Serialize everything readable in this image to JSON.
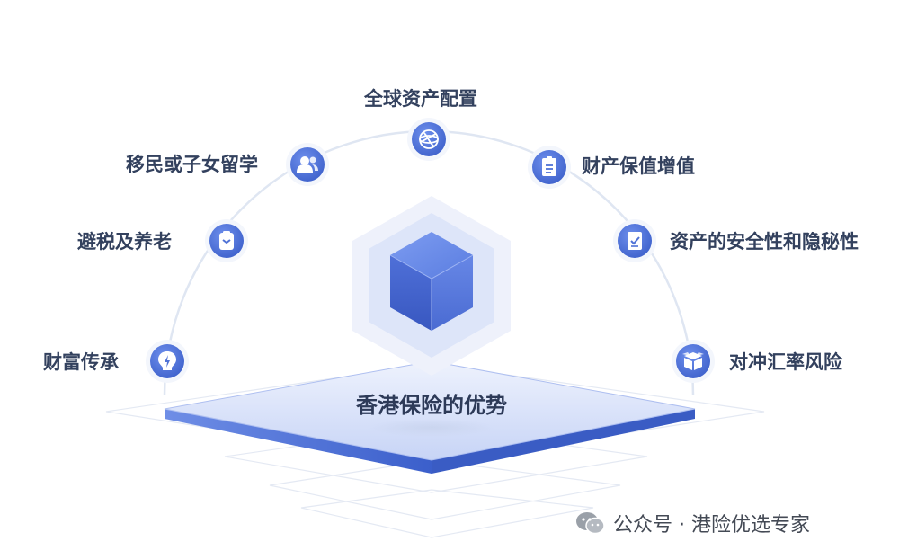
{
  "diagram": {
    "center_title": "香港保险的优势",
    "items": [
      {
        "label": "财富传承",
        "icon": "lightbulb-icon"
      },
      {
        "label": "避税及养老",
        "icon": "clipboard-icon"
      },
      {
        "label": "移民或子女留学",
        "icon": "users-icon"
      },
      {
        "label": "全球资产配置",
        "icon": "globe-icon"
      },
      {
        "label": "财产保值增值",
        "icon": "document-icon"
      },
      {
        "label": "资产的安全性和隐秘性",
        "icon": "checklist-icon"
      },
      {
        "label": "对冲汇率风险",
        "icon": "box-icon"
      }
    ]
  },
  "watermark": {
    "text": "公众号 · 港险优选专家",
    "icon": "wechat-icon"
  },
  "colors": {
    "accent": "#4f72d6",
    "accent_dark": "#3a5cc4",
    "label": "#33415e",
    "arc": "#dfe6f2"
  }
}
